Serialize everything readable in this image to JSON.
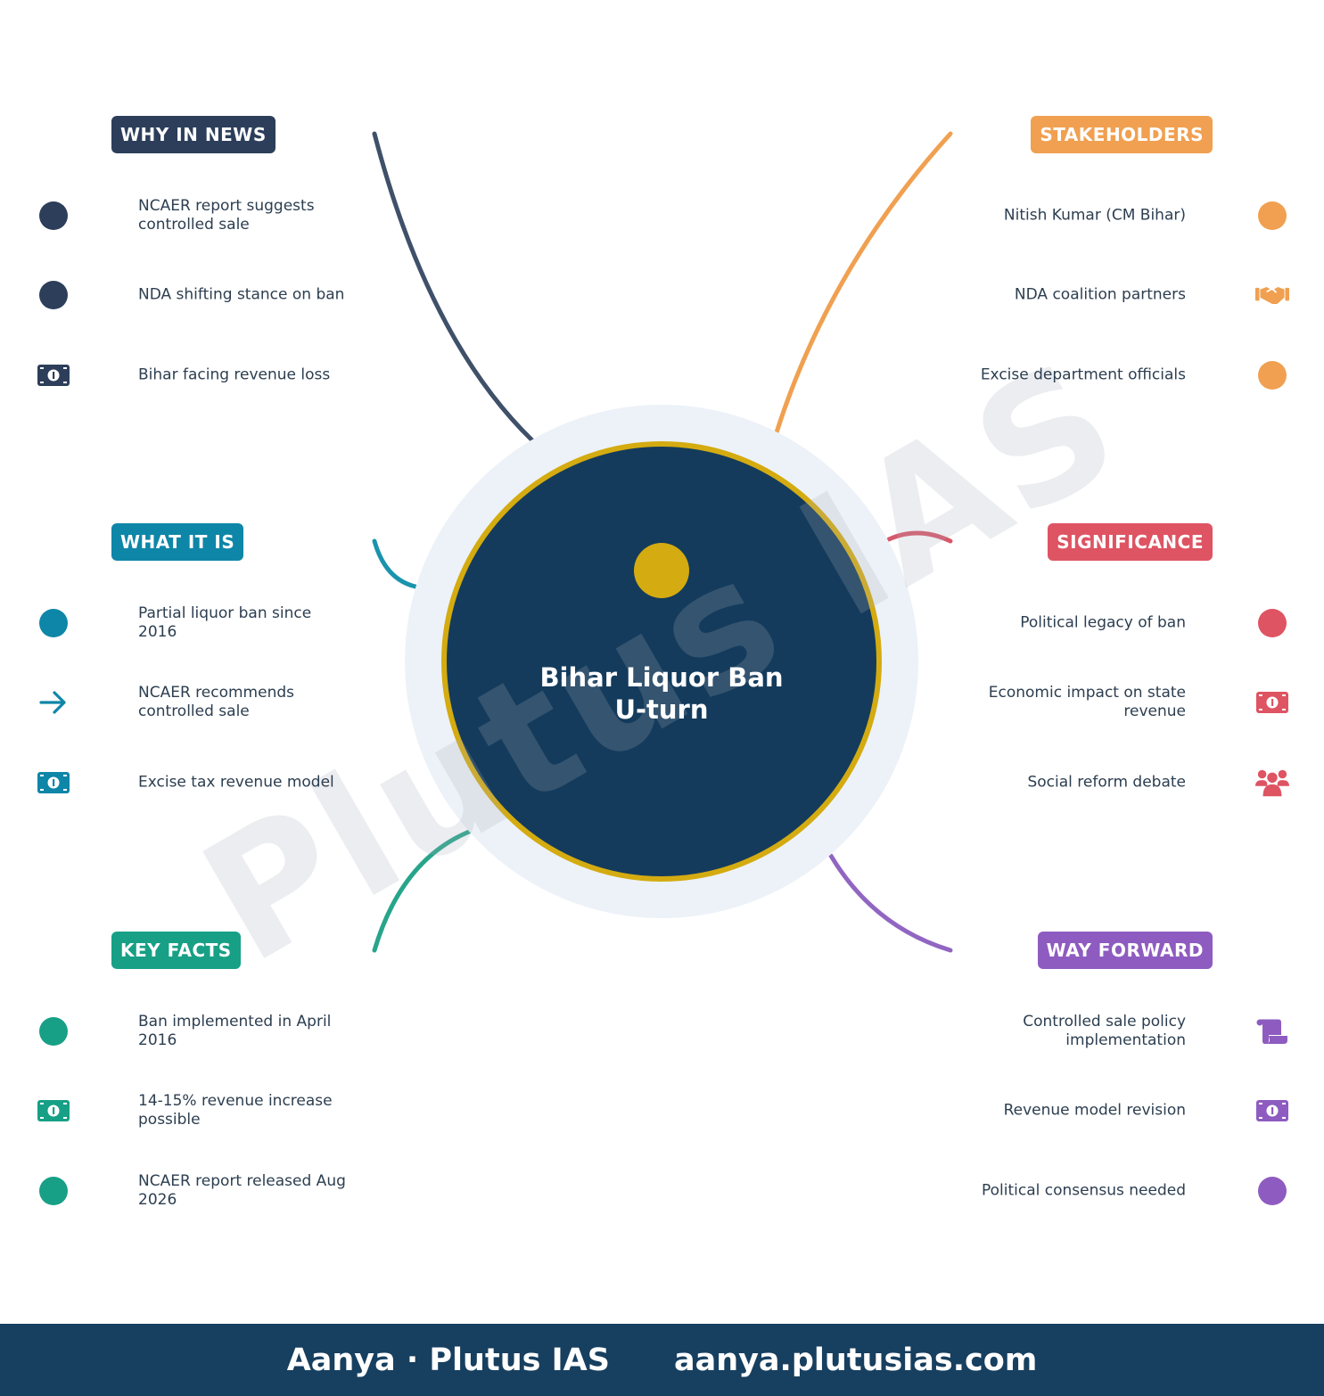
{
  "center": {
    "title_line1": "Bihar Liquor Ban",
    "title_line2": "U-turn"
  },
  "watermark": "Plutus IAS",
  "colors": {
    "center_fill": "#143b5c",
    "center_ring": "#d4ab10",
    "halo": "#edf2f8",
    "center_dot": "#d4ab10",
    "footer_bg": "#173f5f"
  },
  "sections": {
    "why_in_news": {
      "label": "WHY IN NEWS",
      "color": "#2c3e5a",
      "items": [
        {
          "text": "NCAER report suggests controlled sale",
          "icon": "circle-icon"
        },
        {
          "text": "NDA shifting stance on ban",
          "icon": "circle-icon"
        },
        {
          "text": "Bihar facing revenue loss",
          "icon": "money-icon"
        }
      ]
    },
    "what_it_is": {
      "label": "WHAT IT IS",
      "color": "#0e86a8",
      "items": [
        {
          "text": "Partial liquor ban since 2016",
          "icon": "circle-icon"
        },
        {
          "text": "NCAER recommends controlled sale",
          "icon": "arrow-right-icon"
        },
        {
          "text": "Excise tax revenue model",
          "icon": "money-icon"
        }
      ]
    },
    "key_facts": {
      "label": "KEY FACTS",
      "color": "#17a086",
      "items": [
        {
          "text": "Ban implemented in April 2016",
          "icon": "circle-icon"
        },
        {
          "text": "14-15% revenue increase possible",
          "icon": "money-icon"
        },
        {
          "text": "NCAER report released Aug 2026",
          "icon": "circle-icon"
        }
      ]
    },
    "stakeholders": {
      "label": "STAKEHOLDERS",
      "color": "#f0a050",
      "items": [
        {
          "text": "Nitish Kumar (CM Bihar)",
          "icon": "circle-icon"
        },
        {
          "text": "NDA coalition partners",
          "icon": "handshake-icon"
        },
        {
          "text": "Excise department officials",
          "icon": "circle-icon"
        }
      ]
    },
    "significance": {
      "label": "SIGNIFICANCE",
      "color": "#de5463",
      "items": [
        {
          "text": "Political legacy of ban",
          "icon": "circle-icon"
        },
        {
          "text": "Economic impact on state revenue",
          "icon": "money-icon"
        },
        {
          "text": "Social reform debate",
          "icon": "people-icon"
        }
      ]
    },
    "way_forward": {
      "label": "WAY FORWARD",
      "color": "#8e5cc0",
      "items": [
        {
          "text": "Controlled sale policy implementation",
          "icon": "scroll-icon"
        },
        {
          "text": "Revenue model revision",
          "icon": "money-icon"
        },
        {
          "text": "Political consensus needed",
          "icon": "circle-icon"
        }
      ]
    }
  },
  "footer": {
    "brand": "Aanya · Plutus IAS",
    "website": "aanya.plutusias.com"
  }
}
